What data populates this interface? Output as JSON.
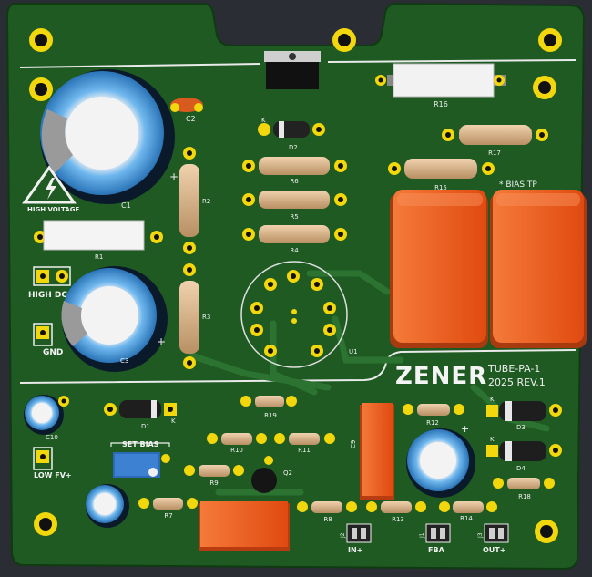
{
  "board": {
    "colors": {
      "background": "#2a2d33",
      "pcb": "#1f5a24",
      "pcb_dark": "#174a1b",
      "silkscreen": "#f0f0f0",
      "pad": "#f2d70c",
      "capacitor_orange": "#f15a1e",
      "electrolytic_blue": "#4aa3e6",
      "resistor_tan": "#d9b48a"
    },
    "logo": "ZENER",
    "title": "TUBE-PA-1",
    "revision": "2025 REV.1",
    "labels": {
      "high_voltage": "HIGH VOLTAGE",
      "bias_tp": "* BIAS TP",
      "high_dc": "HIGH DC",
      "gnd": "GND",
      "set_bias": "SET BIAS",
      "low_fv": "LOW FV+",
      "in_plus": "IN+",
      "fba": "FBA",
      "out_plus": "OUT+"
    },
    "refs": {
      "C1": "C1",
      "C2": "C2",
      "C3": "C3",
      "C9": "C9",
      "C10": "C10",
      "D1": "D1",
      "D2": "D2",
      "D3": "D3",
      "D4": "D4",
      "R1": "R1",
      "R2": "R2",
      "R3": "R3",
      "R4": "R4",
      "R5": "R5",
      "R6": "R6",
      "R7": "R7",
      "R8": "R8",
      "R9": "R9",
      "R10": "R10",
      "R11": "R11",
      "R12": "R12",
      "R13": "R13",
      "R14": "R14",
      "R15": "R15",
      "R16": "R16",
      "R17": "R17",
      "R18": "R18",
      "R19": "R19",
      "U1": "U1",
      "Q2": "Q2",
      "J1": "J1",
      "J2": "J2",
      "J3": "J3",
      "K1": "K",
      "K2": "K",
      "K3": "K",
      "K4": "K",
      "plus": "+"
    }
  }
}
